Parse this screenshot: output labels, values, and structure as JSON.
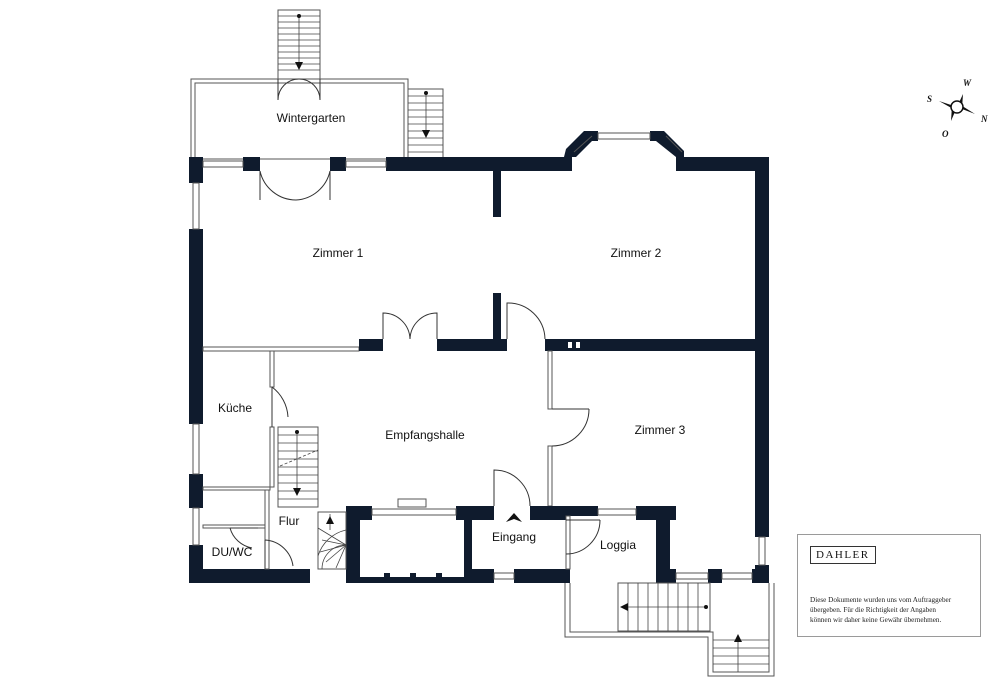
{
  "rooms": {
    "wintergarten": "Wintergarten",
    "zimmer1": "Zimmer 1",
    "zimmer2": "Zimmer 2",
    "kueche": "Küche",
    "empfangshalle": "Empfangshalle",
    "zimmer3": "Zimmer 3",
    "flur": "Flur",
    "eingang": "Eingang",
    "loggia": "Loggia",
    "duwc": "DU/WC"
  },
  "compass": {
    "w": "W",
    "s": "S",
    "n": "N",
    "o": "O",
    "icon": "compass-rose-icon"
  },
  "disclaimer": {
    "logo": "DAHLER",
    "line1": "Diese Dokumente wurden uns vom Auftraggeber",
    "line2": "übergeben. Für die Richtigkeit der Angaben",
    "line3": "können wir daher keine Gewähr übernehmen."
  },
  "colors": {
    "wall": "#0f1b2d",
    "line": "#555555",
    "background": "#ffffff"
  }
}
